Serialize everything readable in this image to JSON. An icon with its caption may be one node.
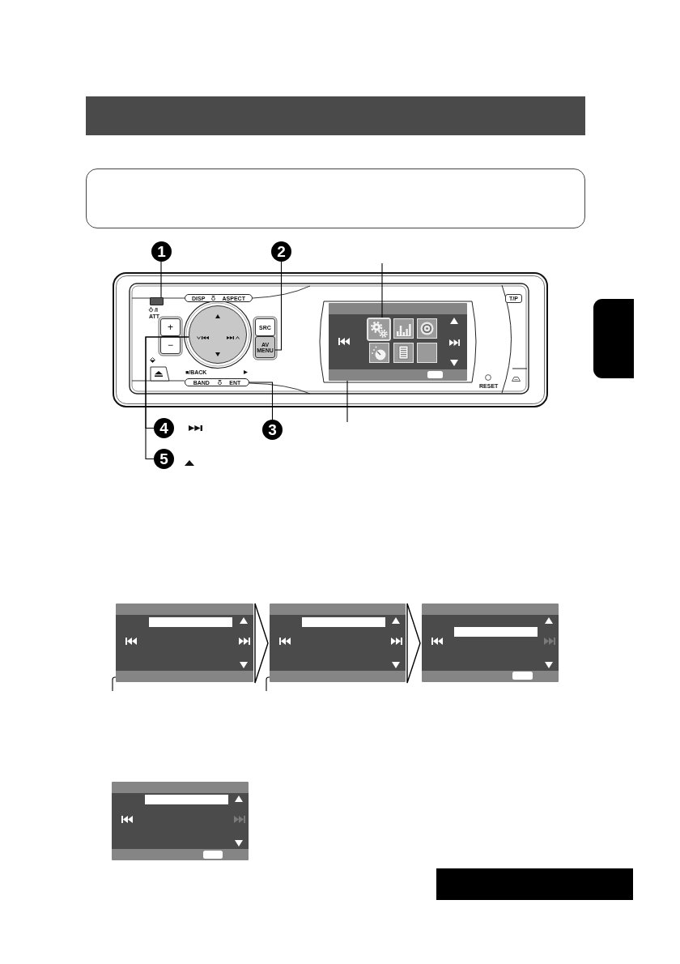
{
  "diagram": {
    "nodes": [
      {
        "text": [],
        "shape": "bar"
      },
      {
        "text": [],
        "shape": "box"
      },
      {
        "text": [
          "1"
        ]
      },
      {
        "text": [
          "2"
        ]
      },
      {
        "text": [],
        "shape": "box",
        "beside": [
          "/I",
          "ATT"
        ]
      },
      {
        "text": [
          "DISP",
          "ASPECT"
        ]
      },
      {
        "text": [
          "T/P"
        ]
      },
      {
        "text": [],
        "shape": "box"
      },
      {
        "text": [
          "+"
        ]
      },
      {
        "text": [],
        "shape": "circle"
      },
      {
        "text": [
          "SRC"
        ]
      },
      {
        "text": [],
        "shape": "box"
      },
      {
        "text": [],
        "shape": "picture",
        "in": 11
      },
      {
        "text": [
          "−"
        ]
      },
      {
        "text": [
          "AV MENU"
        ]
      },
      {
        "text": [
          "BAND",
          "ENT"
        ],
        "beside": [
          "■/BACK"
        ]
      },
      {
        "text": [
          "4"
        ]
      },
      {
        "text": [
          "3"
        ]
      },
      {
        "text": [
          "5"
        ]
      },
      {
        "text": [],
        "shape": "box"
      },
      {
        "text": [],
        "shape": "box"
      },
      {
        "text": [],
        "shape": "box"
      },
      {
        "text": [],
        "shape": "box"
      },
      {
        "text": [],
        "shape": "bar"
      }
    ],
    "edges": [
      {
        "from": 2,
        "to": 4,
        "arrow": "none"
      },
      {
        "from": 3,
        "to": 14,
        "arrow": "none"
      },
      {
        "from": null,
        "to": 12,
        "arrow": "none"
      },
      {
        "from": 17,
        "to": 15,
        "arrow": "none"
      },
      {
        "from": 16,
        "to": 9,
        "arrow": "none"
      },
      {
        "from": 18,
        "to": 9,
        "arrow": "none"
      },
      {
        "from": null,
        "to": 11,
        "arrow": "none"
      },
      {
        "from": 19,
        "to": 20,
        "arrow": "to"
      },
      {
        "from": 20,
        "to": 21,
        "arrow": "to"
      },
      {
        "from": null,
        "to": 19,
        "arrow": "none"
      },
      {
        "from": null,
        "to": 20,
        "arrow": "none"
      }
    ],
    "labels": [
      "RESET"
    ]
  }
}
